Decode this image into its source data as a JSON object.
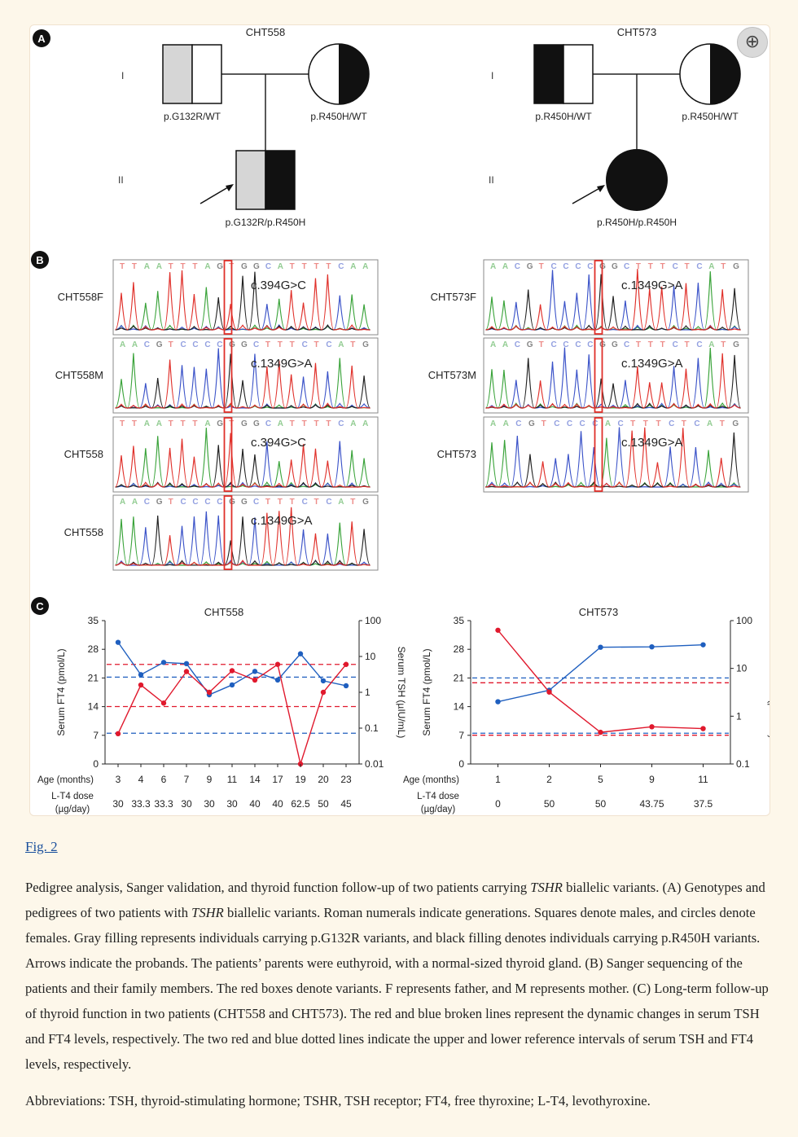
{
  "figure": {
    "zoom_icon": "zoom-in-icon",
    "panel_a": {
      "letter": "A",
      "family1": {
        "title": "CHT558",
        "gen1": "I",
        "gen2": "II",
        "father_label": "p.G132R/WT",
        "mother_label": "p.R450H/WT",
        "proband_label": "p.G132R/p.R450H"
      },
      "family2": {
        "title": "CHT573",
        "gen1": "I",
        "gen2": "II",
        "father_label": "p.R450H/WT",
        "mother_label": "p.R450H/WT",
        "proband_label": "p.R450H/p.R450H"
      }
    },
    "panel_b": {
      "letter": "B",
      "left": [
        {
          "label": "CHT558F",
          "bases": "TTAATTTAGTGGCATTTTCAA",
          "variant": "c.394G>C"
        },
        {
          "label": "CHT558M",
          "bases": "AACGTCCCCGGCTTTCTCATG",
          "variant": "c.1349G>A"
        },
        {
          "label": "CHT558",
          "bases": "TTAATTTAGTGGCATTTTCAA",
          "variant": "c.394G>C"
        },
        {
          "label": "CHT558",
          "bases": "AACGTCCCCGGCTTTCTCATG",
          "variant": "c.1349G>A"
        }
      ],
      "right": [
        {
          "label": "CHT573F",
          "bases": "AACGTCCCCGGCTTTCTCATG",
          "variant": "c.1349G>A"
        },
        {
          "label": "CHT573M",
          "bases": "AACGTCCCCGGCTTTCTCATG",
          "variant": "c.1349G>A"
        },
        {
          "label": "CHT573",
          "bases": "AACGTCCCCACTTTCTCATG",
          "variant": "c.1349G>A"
        }
      ]
    },
    "panel_c": {
      "letter": "C",
      "row_age": "Age (months)",
      "row_dose_1": "L-T4 dose",
      "row_dose_2": "(µg/day)",
      "colors": {
        "ft4": "#1f5fbf",
        "tsh": "#e0192d"
      }
    }
  },
  "chart_data": [
    {
      "type": "line",
      "title": "CHT558",
      "ylabel": "Serum FT4 (pmol/L)",
      "y2label": "Serum TSH (µIU/mL)",
      "x": [
        "3",
        "4",
        "6",
        "7",
        "9",
        "11",
        "14",
        "17",
        "19",
        "20",
        "23"
      ],
      "dose": [
        "30",
        "33.3",
        "33.3",
        "30",
        "30",
        "30",
        "40",
        "40",
        "62.5",
        "50",
        "45"
      ],
      "ylim": [
        0,
        35
      ],
      "yticks": [
        "0",
        "7",
        "14",
        "21",
        "28",
        "35"
      ],
      "y2ticks": [
        "0.01",
        "0.1",
        "1",
        "10",
        "100"
      ],
      "y2lim_log": [
        0.01,
        100
      ],
      "series": [
        {
          "axis": "left",
          "values": [
            29.7,
            21.8,
            24.8,
            24.5,
            16.9,
            19.3,
            22.6,
            20.5,
            26.9,
            20.3,
            19.1
          ]
        },
        {
          "axis": "right",
          "values": [
            0.07,
            1.6,
            0.5,
            3.8,
            1.0,
            4.0,
            2.2,
            6.0,
            0.01,
            1.0,
            6.0
          ]
        }
      ],
      "reference_lines": [
        {
          "axis": "left",
          "value": 7.5,
          "color": "#1f5fbf"
        },
        {
          "axis": "left",
          "value": 21.2,
          "color": "#1f5fbf"
        },
        {
          "axis": "right",
          "value": 0.4,
          "color": "#e0192d"
        },
        {
          "axis": "right",
          "value": 6.0,
          "color": "#e0192d"
        }
      ]
    },
    {
      "type": "line",
      "title": "CHT573",
      "ylabel": "Serum FT4 (pmol/L)",
      "y2label": "Serum TSH (µIU/mL)",
      "x": [
        "1",
        "2",
        "5",
        "9",
        "11"
      ],
      "dose": [
        "0",
        "50",
        "50",
        "43.75",
        "37.5"
      ],
      "ylim": [
        0,
        35
      ],
      "yticks": [
        "0",
        "7",
        "14",
        "21",
        "28",
        "35"
      ],
      "y2ticks": [
        "0.1",
        "1",
        "10",
        "100"
      ],
      "y2lim_log": [
        0.1,
        100
      ],
      "series": [
        {
          "axis": "left",
          "values": [
            15.2,
            18.0,
            28.5,
            28.6,
            29.1
          ]
        },
        {
          "axis": "right",
          "values": [
            63,
            3.2,
            0.46,
            0.6,
            0.55
          ]
        }
      ],
      "reference_lines": [
        {
          "axis": "left",
          "value": 7.5,
          "color": "#1f5fbf"
        },
        {
          "axis": "left",
          "value": 21.0,
          "color": "#1f5fbf"
        },
        {
          "axis": "right",
          "value": 0.4,
          "color": "#e0192d"
        },
        {
          "axis": "right",
          "value": 5.0,
          "color": "#e0192d"
        }
      ]
    }
  ],
  "fig_link": "Fig. 2",
  "caption": "Pedigree analysis, Sanger validation, and thyroid function follow-up of two patients carrying TSHR biallelic variants. (A) Genotypes and pedigrees of two patients with TSHR biallelic variants. Roman numerals indicate generations. Squares denote males, and circles denote females. Gray filling represents individuals carrying p.G132R variants, and black filling denotes individuals carrying p.R450H variants. Arrows indicate the probands. The patients’ parents were euthyroid, with a normal-sized thyroid gland. (B) Sanger sequencing of the patients and their family members. The red boxes denote variants. F represents father, and M represents mother. (C) Long-term follow-up of thyroid function in two patients (CHT558 and CHT573). The red and blue broken lines represent the dynamic changes in serum TSH and FT4 levels, respectively. The two red and blue dotted lines indicate the upper and lower reference intervals of serum TSH and FT4 levels, respectively.",
  "abbreviations": "Abbreviations: TSH, thyroid-stimulating hormone; TSHR, TSH receptor; FT4, free thyroxine; L-T4, levothyroxine."
}
